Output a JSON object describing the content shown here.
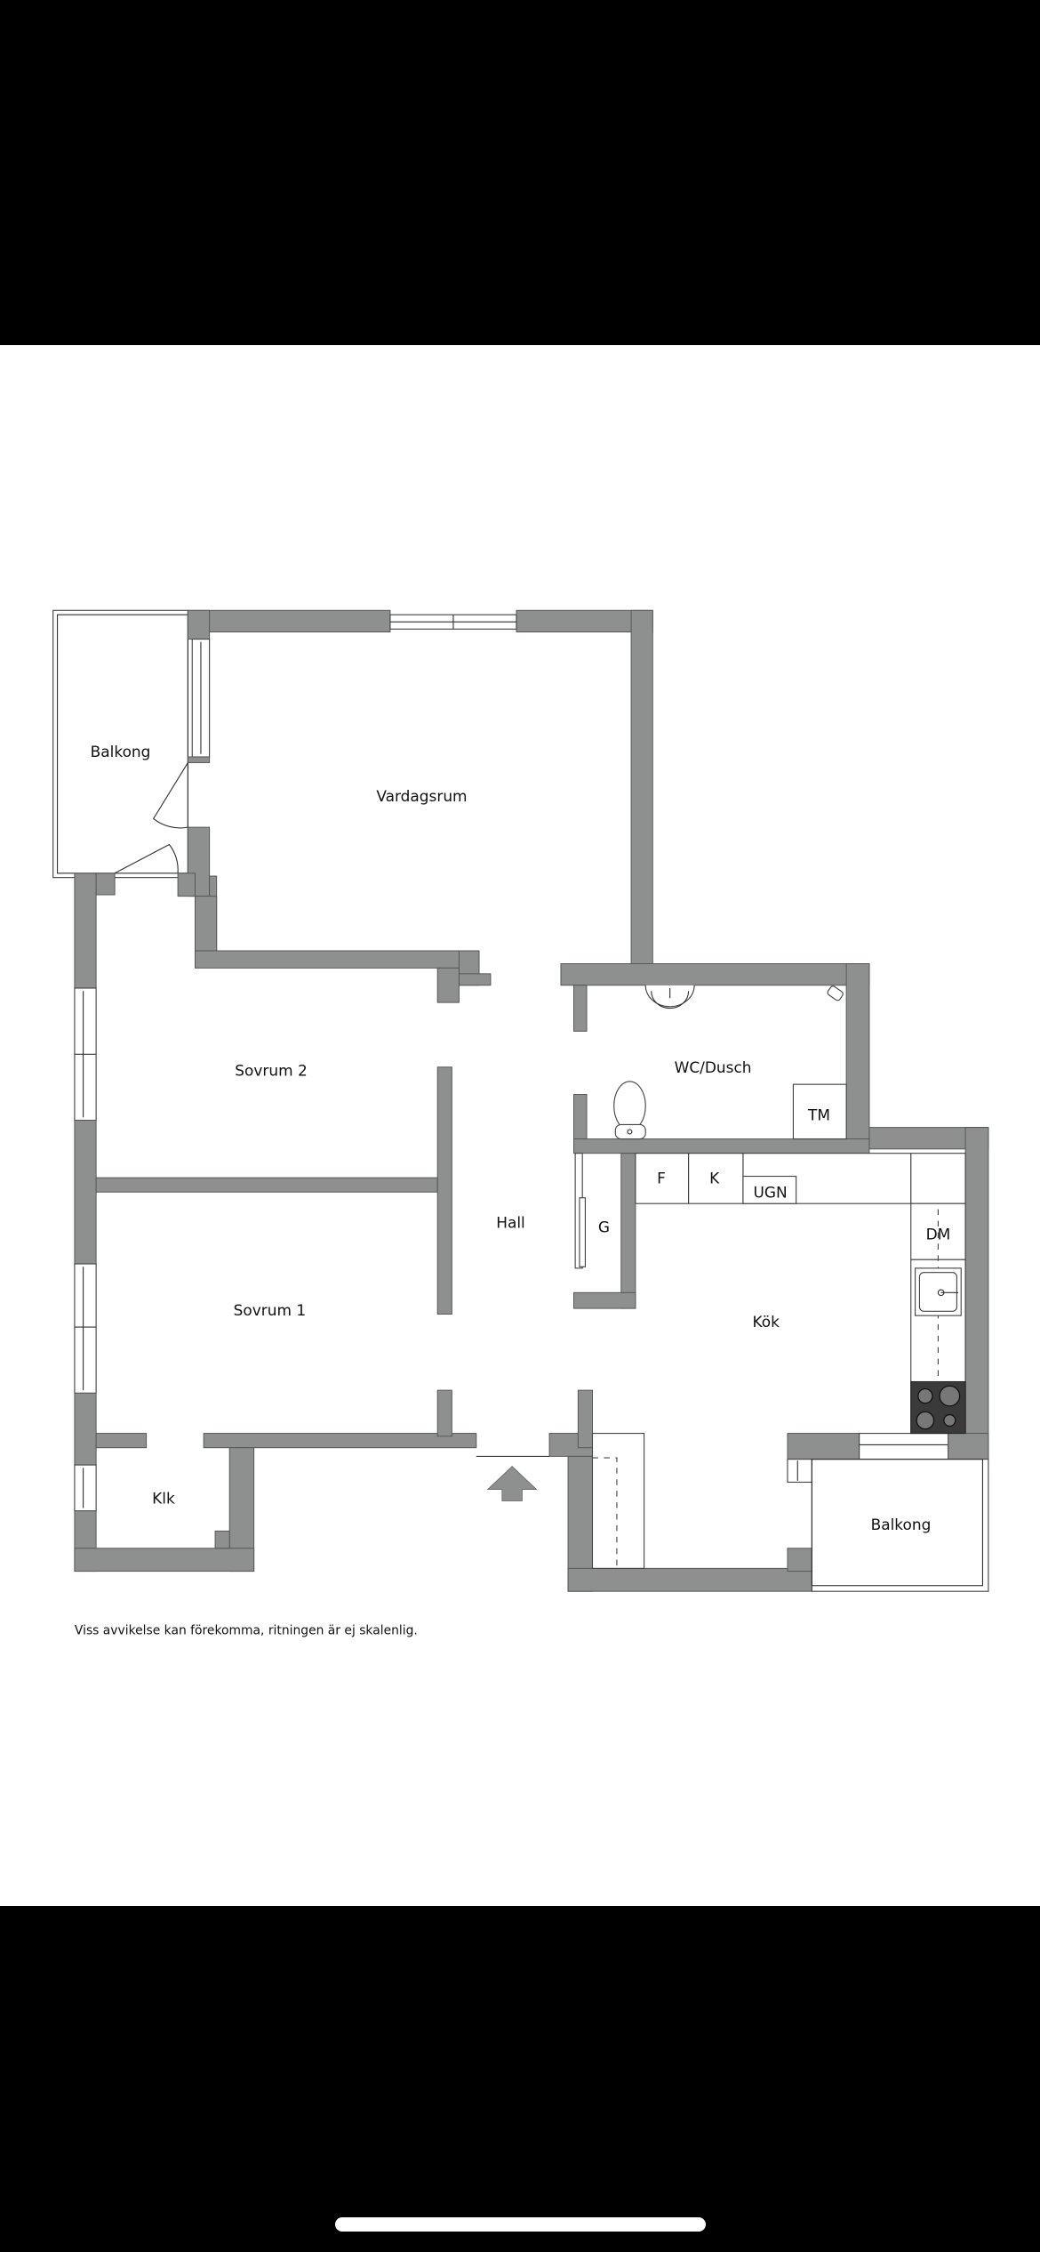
{
  "floor_plan": {
    "rooms": [
      {
        "id": "balkong-1",
        "label": "Balkong"
      },
      {
        "id": "vardagsrum",
        "label": "Vardagsrum"
      },
      {
        "id": "sovrum-2",
        "label": "Sovrum 2"
      },
      {
        "id": "sovrum-1",
        "label": "Sovrum 1"
      },
      {
        "id": "hall",
        "label": "Hall"
      },
      {
        "id": "klk",
        "label": "Klk"
      },
      {
        "id": "wc-dusch",
        "label": "WC/Dusch"
      },
      {
        "id": "kok",
        "label": "Kök"
      },
      {
        "id": "balkong-2",
        "label": "Balkong"
      }
    ],
    "fixtures": {
      "tm": "TM",
      "g": "G",
      "f": "F",
      "k": "K",
      "ugn": "UGN",
      "dm": "DM"
    },
    "entrance_icon": "entrance-arrow-icon",
    "colors": {
      "wall": "#8e9090",
      "wall_edge": "#555555",
      "background": "#ffffff",
      "stove": "#3a3a3a"
    }
  },
  "caption": "Viss avvikelse kan förekomma, ritningen är ej skalenlig."
}
